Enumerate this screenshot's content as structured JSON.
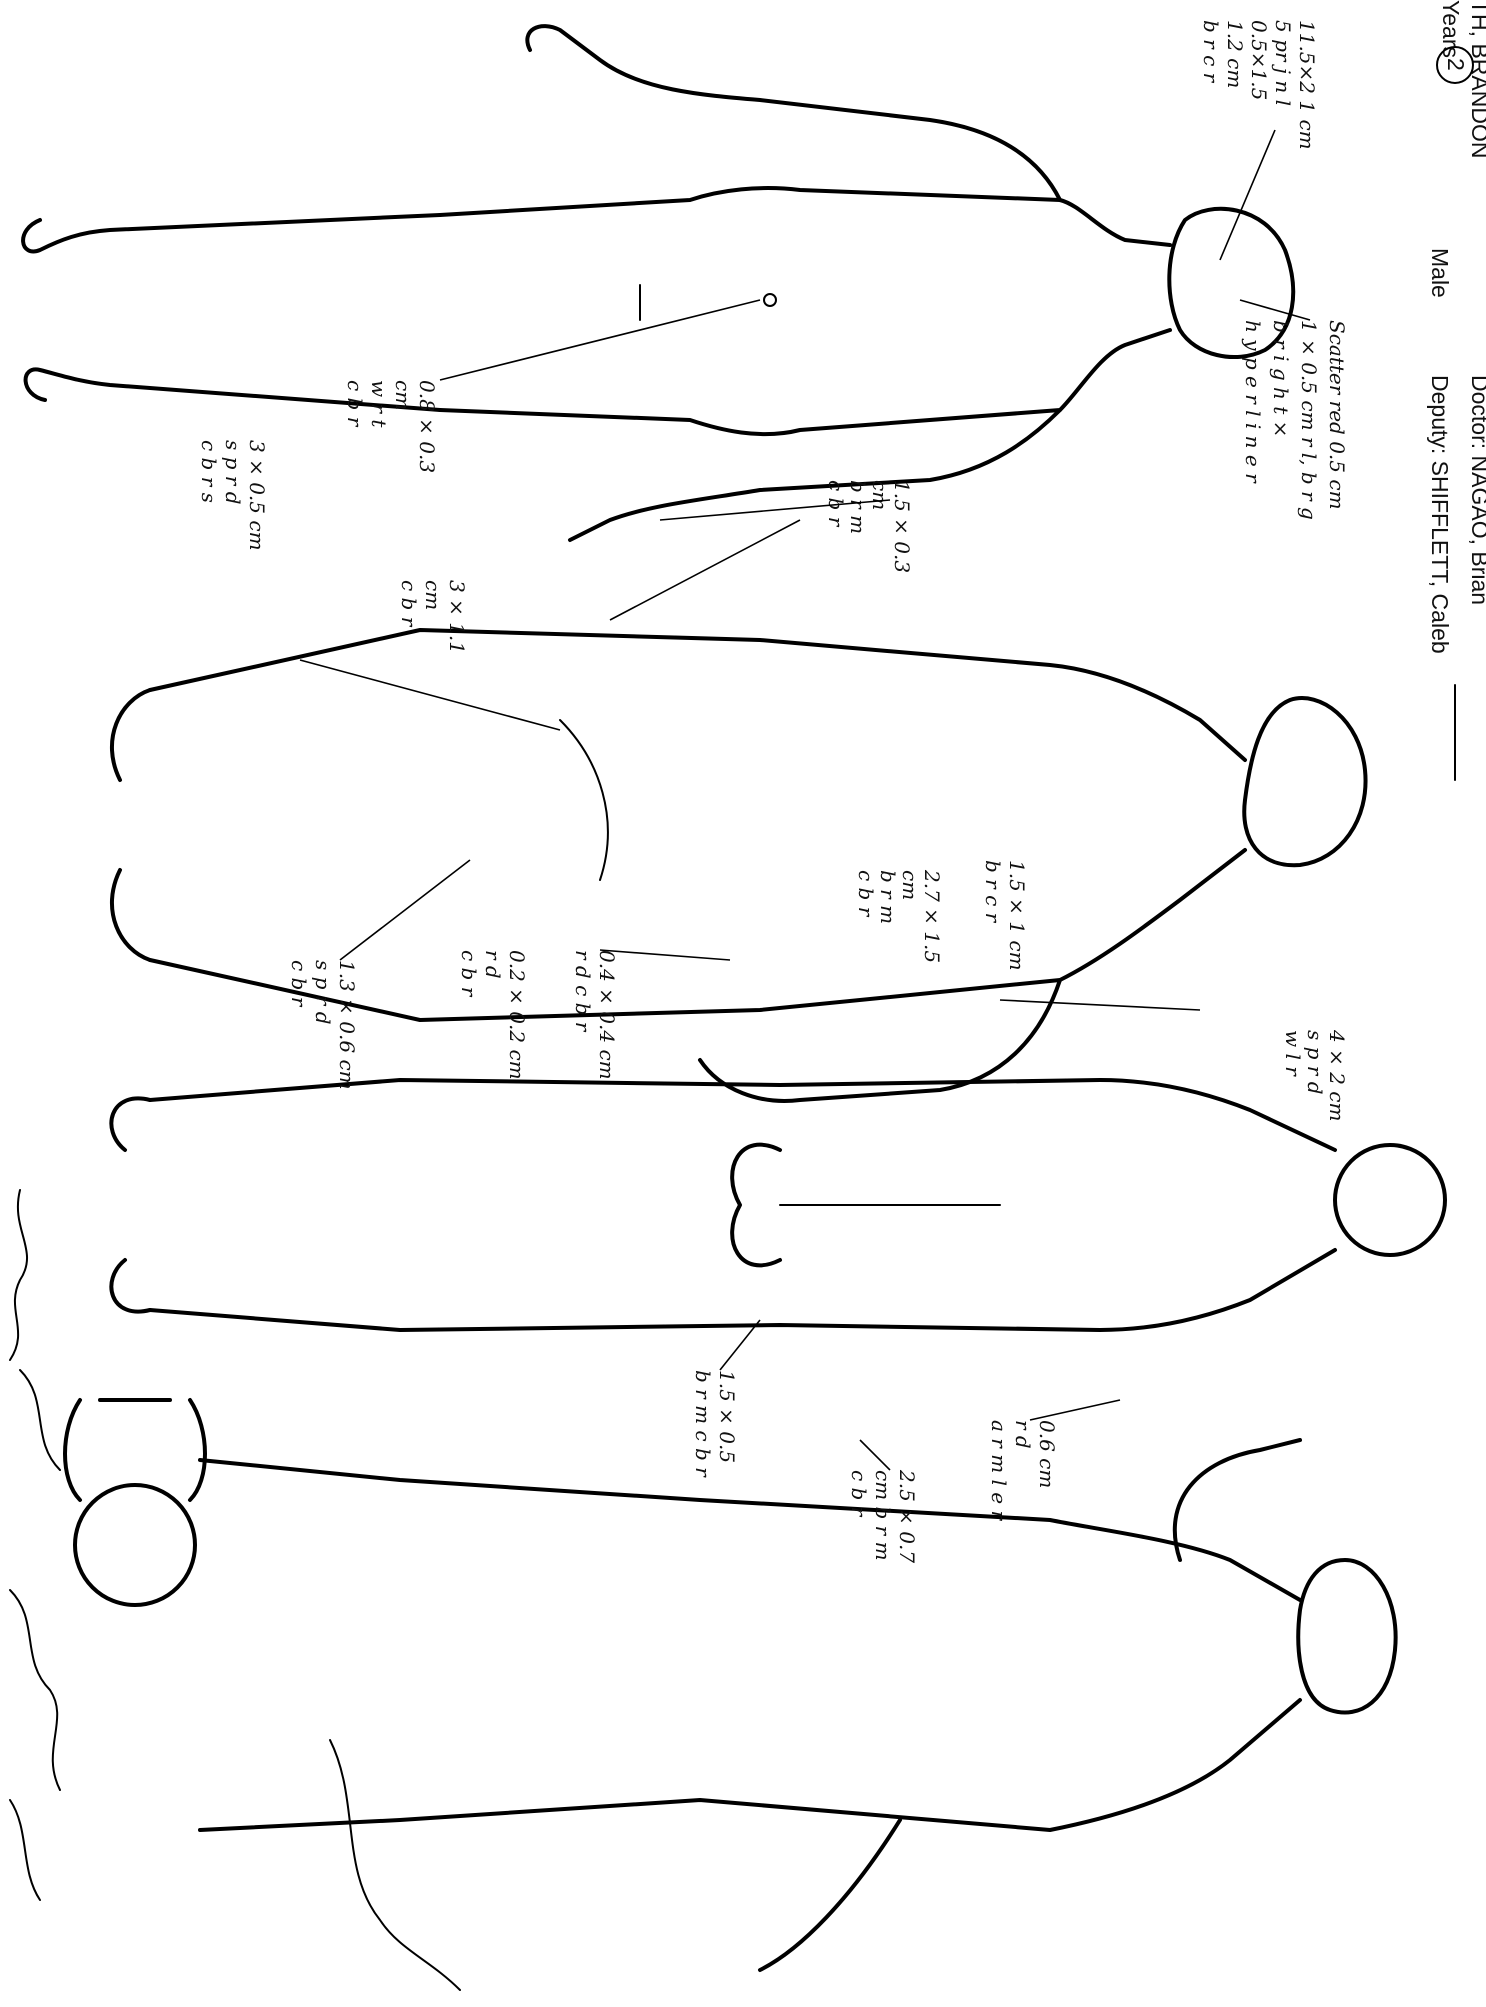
{
  "header": {
    "patient_name": "TH, BRANDON",
    "age_unit": "Years",
    "sex": "Male",
    "doctor": "Doctor: NAGAO, Brian",
    "deputy": "Deputy: SHIFFLETT, Caleb",
    "page_marker": "2"
  },
  "annotations": [
    {
      "lines": [
        "11.5×2 1 cm",
        "5 pr j n l",
        "0.5×1.5",
        "1.2 cm",
        "b r c r"
      ]
    },
    {
      "lines": [
        "Scatter red 0.5 cm",
        "1 × 0.5 cm r l, b r g",
        "b r i g h t ×",
        "h y p e r l i n e r"
      ]
    },
    {
      "lines": [
        "1.5 × 0.3",
        "cm",
        "b r m",
        "c b r"
      ]
    },
    {
      "lines": [
        "0.8 × 0.3",
        "cm",
        "w r t",
        "c b r"
      ]
    },
    {
      "lines": [
        "3 × 1.1",
        "cm",
        "c b r"
      ]
    },
    {
      "lines": [
        "3 × 0.5 cm",
        "s p r d",
        "c b r s"
      ]
    },
    {
      "lines": [
        "1.5 × 1 cm",
        "b r c r"
      ]
    },
    {
      "lines": [
        "2.7 × 1.5",
        "cm",
        "b r m",
        "c b r"
      ]
    },
    {
      "lines": [
        "0.4 × 0.4 cm",
        "r d c b r"
      ]
    },
    {
      "lines": [
        "0.2 × 0.2 cm",
        "r d",
        "c b r"
      ]
    },
    {
      "lines": [
        "1.3 × 0.6 cm",
        "s p r d",
        "c b r"
      ]
    },
    {
      "lines": [
        "4 × 2 cm",
        "s p r d",
        "w l r"
      ]
    },
    {
      "lines": [
        "0.6 cm",
        "r d",
        "a r m l e r"
      ]
    },
    {
      "lines": [
        "2.5 × 0.7",
        "cm b r m",
        "c b r"
      ]
    },
    {
      "lines": [
        "1.5 × 0.5",
        "b r m c b r"
      ]
    }
  ]
}
